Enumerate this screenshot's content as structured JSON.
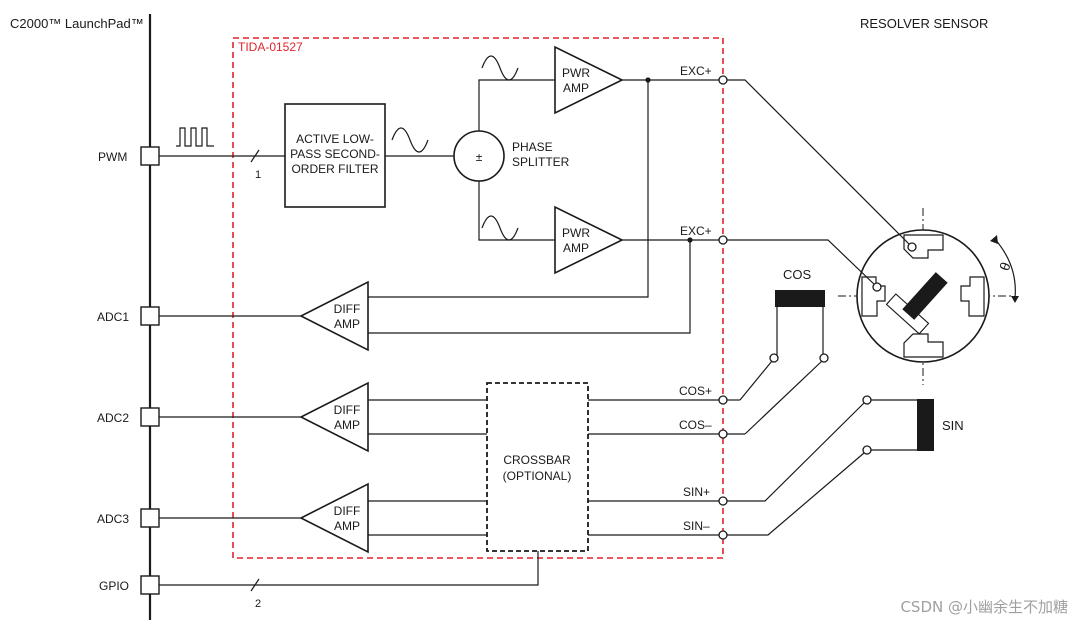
{
  "left_header": "C2000™ LaunchPad™",
  "right_header": "RESOLVER SENSOR",
  "board_label": "TIDA-01527",
  "pins": {
    "pwm": "PWM",
    "adc1": "ADC1",
    "adc2": "ADC2",
    "adc3": "ADC3",
    "gpio": "GPIO"
  },
  "bus_widths": {
    "pwm": "1",
    "gpio": "2"
  },
  "filter": {
    "line1": "ACTIVE LOW-",
    "line2": "PASS SECOND-",
    "line3": "ORDER FILTER"
  },
  "phase_splitter": {
    "symbol": "±",
    "line1": "PHASE",
    "line2": "SPLITTER"
  },
  "pwr_amp": {
    "line1": "PWR",
    "line2": "AMP"
  },
  "diff_amp": {
    "line1": "DIFF",
    "line2": "AMP"
  },
  "crossbar": {
    "line1": "CROSSBAR",
    "line2": "(OPTIONAL)"
  },
  "outputs": {
    "exc_top": "EXC+",
    "exc_bottom": "EXC+",
    "cos_plus": "COS+",
    "cos_minus": "COS–",
    "sin_plus": "SIN+",
    "sin_minus": "SIN–"
  },
  "coils": {
    "cos": "COS",
    "sin": "SIN"
  },
  "angle_symbol": "θ",
  "watermark": "CSDN @小幽余生不加糖",
  "colors": {
    "board_outline": "#e0242a",
    "line": "#1a1a1a"
  }
}
